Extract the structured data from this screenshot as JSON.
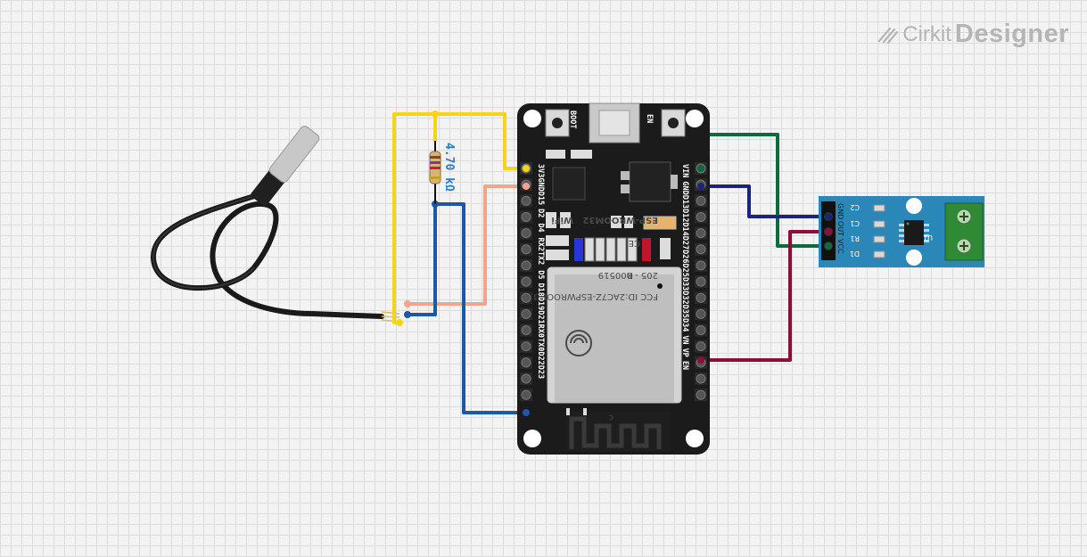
{
  "brand": {
    "word1": "Cirkit",
    "word2": "Designer"
  },
  "resistor": {
    "label": "4.70 kΩ"
  },
  "esp32": {
    "boot_label": "BOOT",
    "en_label": "EN",
    "left_pins": [
      "3V3",
      "GND",
      "D15",
      "D2",
      "D4",
      "RX2",
      "TX2",
      "D5",
      "D18",
      "D19",
      "D21",
      "RX0",
      "TX0",
      "D22",
      "D23"
    ],
    "right_pins": [
      "VIN",
      "GND",
      "D13",
      "D12",
      "D14",
      "D27",
      "D26",
      "D25",
      "D33",
      "D32",
      "D35",
      "D34",
      "VN",
      "VP",
      "EN"
    ],
    "module_name": "ESP-WROOM32",
    "fcc_id": "FCC ID:2AC7Z-ESPWROOM32",
    "cert": "205 - 000519",
    "wifi": "WiFi",
    "ce": "CE",
    "r_mark": "R",
    "antenna_mark": "c"
  },
  "sensor_module": {
    "pins": [
      "GND",
      "OUT",
      "VCC"
    ],
    "labels": [
      "C2",
      "C1",
      "R1",
      "D1"
    ],
    "chip_label": "U1"
  },
  "colors": {
    "yellow": "#f7d417",
    "salmon": "#f4a38c",
    "blue": "#1d57a8",
    "green": "#0d6b3b",
    "navy": "#1a237e",
    "maroon": "#8c0f3a",
    "board": "#1b1b1b",
    "module_pcb": "#2a87b8"
  }
}
